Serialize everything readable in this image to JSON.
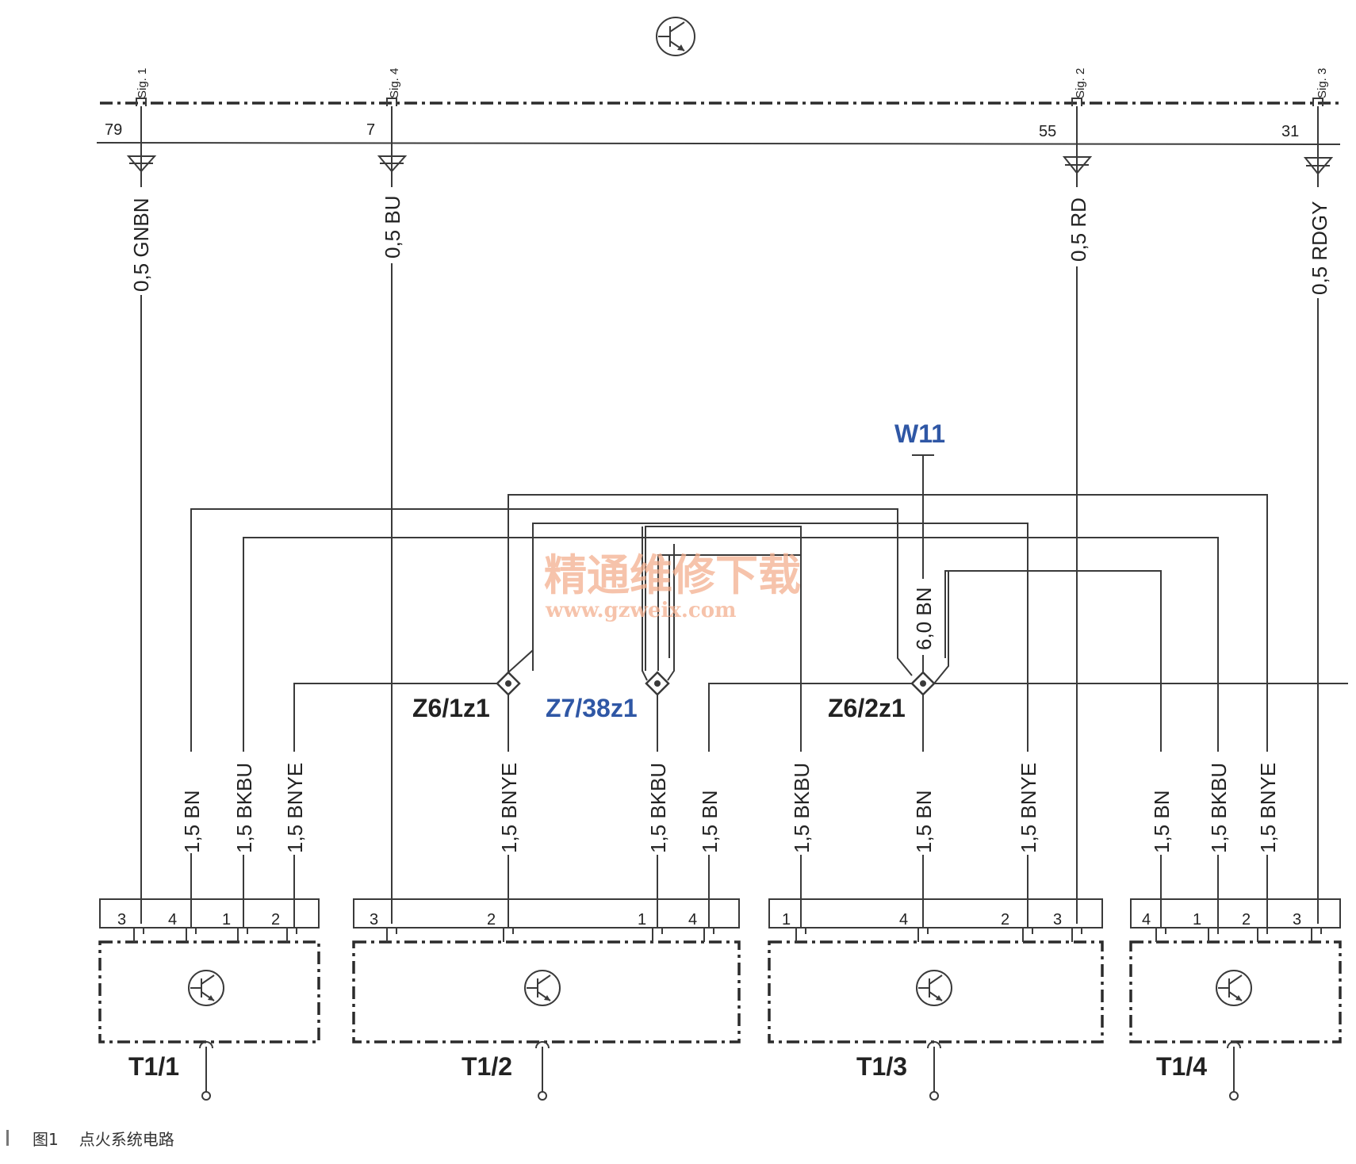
{
  "caption": {
    "figure": "图1",
    "text": "点火系统电路"
  },
  "watermark": {
    "line1": "精通维修下载",
    "line2": "www.gzweix.com"
  },
  "ecu": {
    "signals": [
      "Sig. 1",
      "Sig. 4",
      "Sig. 2",
      "Sig. 3"
    ],
    "pins": [
      "79",
      "7",
      "55",
      "31"
    ],
    "wires": [
      "0,5 GNBN",
      "0,5 BU",
      "0,5 RD",
      "0,5 RDGY"
    ]
  },
  "splices": {
    "z61": "Z6/1z1",
    "z738": "Z7/38z1",
    "z62": "Z6/2z1",
    "w11": "W11",
    "w11_wire": "6,0 BN"
  },
  "coils": {
    "t1": {
      "label": "T1/1",
      "pins": [
        "3",
        "4",
        "1",
        "2"
      ],
      "wires": [
        "1,5 BN",
        "1,5 BKBU",
        "1,5 BNYE"
      ]
    },
    "t2": {
      "label": "T1/2",
      "pins": [
        "3",
        "2",
        "1",
        "4"
      ],
      "wires": [
        "1,5 BNYE",
        "1,5 BKBU",
        "1,5 BN"
      ]
    },
    "t3": {
      "label": "T1/3",
      "pins": [
        "1",
        "4",
        "2",
        "3"
      ],
      "wires": [
        "1,5 BKBU",
        "1,5 BN",
        "1,5 BNYE"
      ]
    },
    "t4": {
      "label": "T1/4",
      "pins": [
        "4",
        "1",
        "2",
        "3"
      ],
      "wires": [
        "1,5 BN",
        "1,5 BKBU",
        "1,5 BNYE"
      ]
    }
  },
  "colors": {
    "line": "#3a3a3a",
    "blue_label": "#2f57a5",
    "watermark": "#f4b08f"
  },
  "icons": [
    "transistor-icon",
    "ground-icon",
    "connector-icon",
    "splice-icon"
  ]
}
